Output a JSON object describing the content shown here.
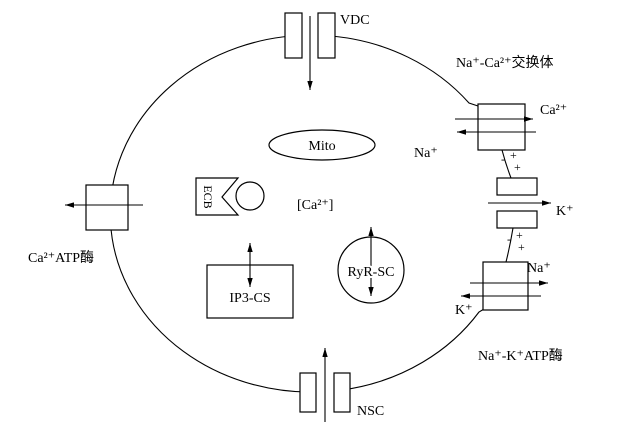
{
  "diagram": {
    "membrane": {
      "vdc": {
        "label": "VDC"
      },
      "na_ca_exchanger": {
        "label": "Na⁺-Ca²⁺交换体",
        "ion_out": "Ca²⁺",
        "ion_in": "Na⁺"
      },
      "k_channel": {
        "ion": "K⁺"
      },
      "na_k_atpase": {
        "label": "Na⁺-K⁺ATP酶",
        "ion_out": "Na⁺",
        "ion_in": "K⁺"
      },
      "nsc": {
        "label": "NSC"
      },
      "ca_atpase": {
        "label": "Ca²⁺ATP酶"
      }
    },
    "intracellular": {
      "mito": "Mito",
      "ecb": "ECB",
      "ca_concentration": "[Ca²⁺]",
      "ip3_cs": "IP3-CS",
      "ryr_sc": "RyR-SC"
    },
    "charges": {
      "negative": "-",
      "positive": "+"
    }
  },
  "colors": {
    "line": "#000000",
    "background": "#ffffff"
  }
}
